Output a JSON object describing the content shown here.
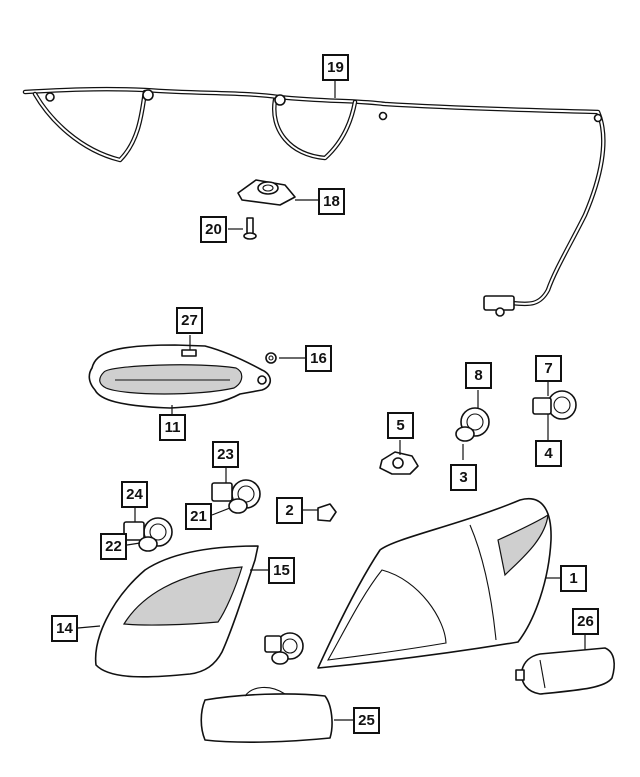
{
  "callouts": [
    {
      "id": "1",
      "label": "1"
    },
    {
      "id": "2",
      "label": "2"
    },
    {
      "id": "3",
      "label": "3"
    },
    {
      "id": "4",
      "label": "4"
    },
    {
      "id": "5",
      "label": "5"
    },
    {
      "id": "7",
      "label": "7"
    },
    {
      "id": "8",
      "label": "8"
    },
    {
      "id": "11",
      "label": "11"
    },
    {
      "id": "14",
      "label": "14"
    },
    {
      "id": "15",
      "label": "15"
    },
    {
      "id": "16",
      "label": "16"
    },
    {
      "id": "18",
      "label": "18"
    },
    {
      "id": "19",
      "label": "19"
    },
    {
      "id": "20",
      "label": "20"
    },
    {
      "id": "21",
      "label": "21"
    },
    {
      "id": "22",
      "label": "22"
    },
    {
      "id": "23",
      "label": "23"
    },
    {
      "id": "24",
      "label": "24"
    },
    {
      "id": "25",
      "label": "25"
    },
    {
      "id": "26",
      "label": "26"
    },
    {
      "id": "27",
      "label": "27"
    }
  ]
}
